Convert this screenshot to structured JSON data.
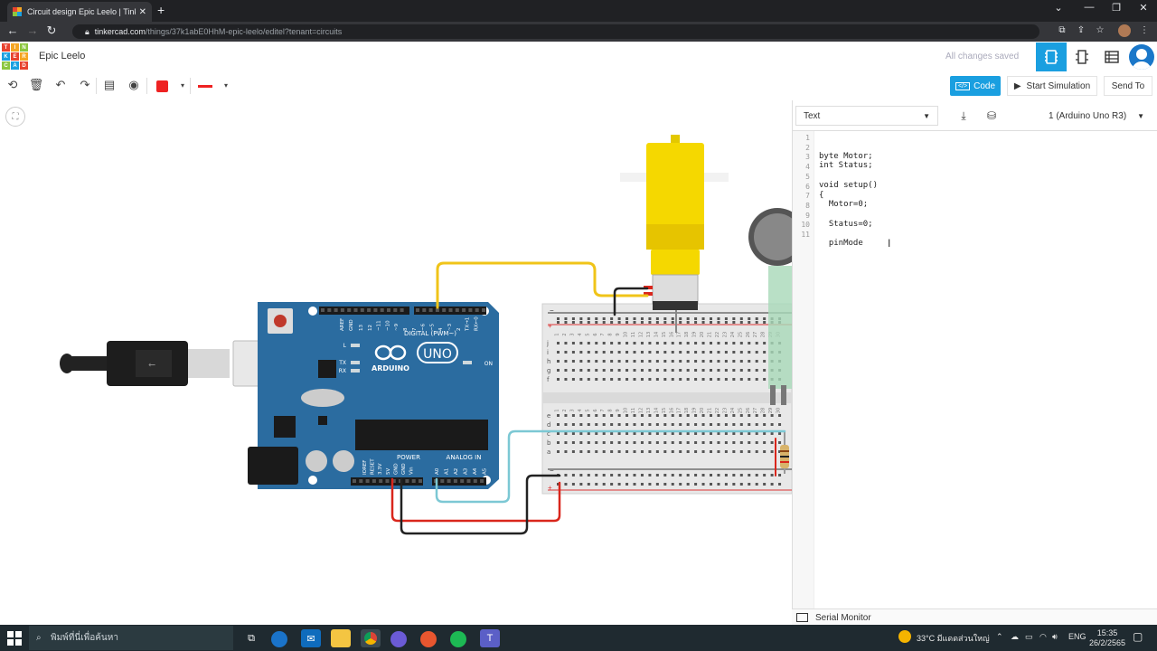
{
  "browser": {
    "tab_title": "Circuit design Epic Leelo | Tinkercad",
    "tab_close": "✕",
    "new_tab": "+",
    "url_host": "tinkercad.com",
    "url_path": "/things/37k1abE0HhM-epic-leelo/editel?tenant=circuits",
    "nav": {
      "back": "←",
      "forward": "→",
      "reload": "↻"
    }
  },
  "header": {
    "logo_letters": [
      "T",
      "I",
      "N",
      "K",
      "E",
      "R",
      "C",
      "A",
      "D"
    ],
    "logo_colors": [
      "#e8432f",
      "#f5a623",
      "#8cc63f",
      "#1a9fe0",
      "#e8432f",
      "#f5a623",
      "#8cc63f",
      "#1a9fe0",
      "#e8432f"
    ],
    "project_title": "Epic Leelo",
    "save_status": "All changes saved"
  },
  "toolbar": {
    "code_label": "Code",
    "start_simulation_label": "Start Simulation",
    "send_to_label": "Send To"
  },
  "code_panel": {
    "mode": "Text",
    "device": "1 (Arduino Uno R3)",
    "lines": [
      "",
      "byte Motor;",
      "int Status;",
      "",
      "void setup()",
      "{",
      "  Motor=0;",
      "",
      "  Status=0;",
      "",
      "  pinMode"
    ],
    "serial_monitor_label": "Serial Monitor"
  },
  "board": {
    "brand": "ARDUINO",
    "model": "UNO",
    "digital_label": "DIGITAL (PWM~)",
    "power_label": "POWER",
    "analog_label": "ANALOG IN",
    "on_label": "ON",
    "tx_label": "TX",
    "rx_label": "RX",
    "l_label": "L",
    "aref_label": "AREF",
    "gnd_label": "GND",
    "digital_pins": [
      "13",
      "12",
      "~11",
      "~10",
      "~9",
      "8",
      "7",
      "~6",
      "~5",
      "4",
      "~3",
      "2",
      "TX→1",
      "RX←0"
    ],
    "power_pins": [
      "IOREF",
      "RESET",
      "3.3V",
      "5V",
      "GND",
      "GND",
      "Vin"
    ],
    "analog_pins": [
      "A0",
      "A1",
      "A2",
      "A3",
      "A4",
      "A5"
    ]
  },
  "breadboard": {
    "row_letters_top": [
      "j",
      "i",
      "h",
      "g",
      "f"
    ],
    "row_letters_bottom": [
      "e",
      "d",
      "c",
      "b",
      "a"
    ],
    "columns": [
      1,
      2,
      3,
      4,
      5,
      6,
      7,
      8,
      9,
      10,
      11,
      12,
      13,
      14,
      15,
      16,
      17,
      18,
      19,
      20,
      21,
      22,
      23,
      24,
      25,
      26,
      27,
      28,
      29,
      30
    ],
    "minus": "−",
    "plus": "+"
  },
  "taskbar": {
    "search_placeholder": "พิมพ์ที่นี่เพื่อค้นหา",
    "weather": "33°C  มีแดดส่วนใหญ่",
    "lang": "ENG",
    "time": "15:35",
    "date": "26/2/2565"
  },
  "colors": {
    "tinkercad_blue": "#1a9fe0",
    "arduino_blue": "#2b6ca0",
    "motor_yellow": "#f5d800",
    "wire_yellow": "#f0c419",
    "wire_red": "#d9261c",
    "wire_black": "#222222",
    "wire_cyan": "#7cc8d4"
  }
}
